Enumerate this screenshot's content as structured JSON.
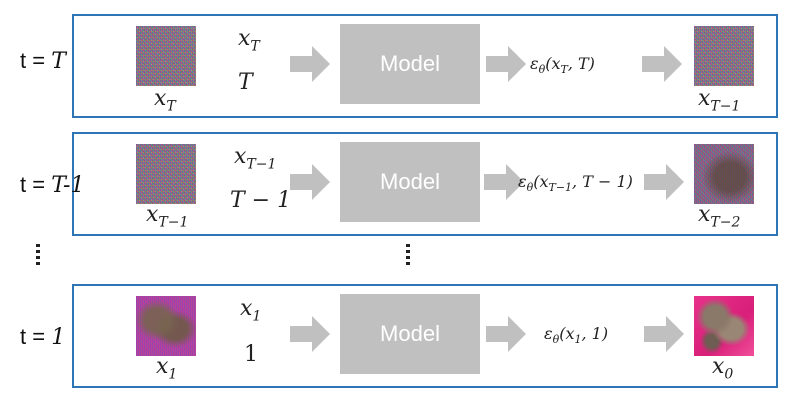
{
  "rows": [
    {
      "t_prefix": "t = ",
      "t_value": "T",
      "input_top": "x",
      "input_top_sub": "T",
      "input_bottom": "T",
      "image_label": "x",
      "image_label_sub": "T",
      "model_label": "Model",
      "eps_text": "ε",
      "eps_sub": "θ",
      "eps_args": "(x",
      "eps_args_sub": "T",
      "eps_args_tail": ", T)",
      "output_label": "x",
      "output_label_sub": "T−1"
    },
    {
      "t_prefix": "t = ",
      "t_value": "T-1",
      "input_top": "x",
      "input_top_sub": "T−1",
      "input_bottom": "T − 1",
      "image_label": "x",
      "image_label_sub": "T−1",
      "model_label": "Model",
      "eps_text": "ε",
      "eps_sub": "θ",
      "eps_args": "(x",
      "eps_args_sub": "T−1",
      "eps_args_tail": ", T − 1)",
      "output_label": "x",
      "output_label_sub": "T−2"
    },
    {
      "t_prefix": "t = ",
      "t_value": "1",
      "input_top": "x",
      "input_top_sub": "1",
      "input_bottom": "1",
      "image_label": "x",
      "image_label_sub": "1",
      "model_label": "Model",
      "eps_text": "ε",
      "eps_sub": "θ",
      "eps_args": "(x",
      "eps_args_sub": "1",
      "eps_args_tail": ", 1)",
      "output_label": "x",
      "output_label_sub": "0"
    }
  ]
}
